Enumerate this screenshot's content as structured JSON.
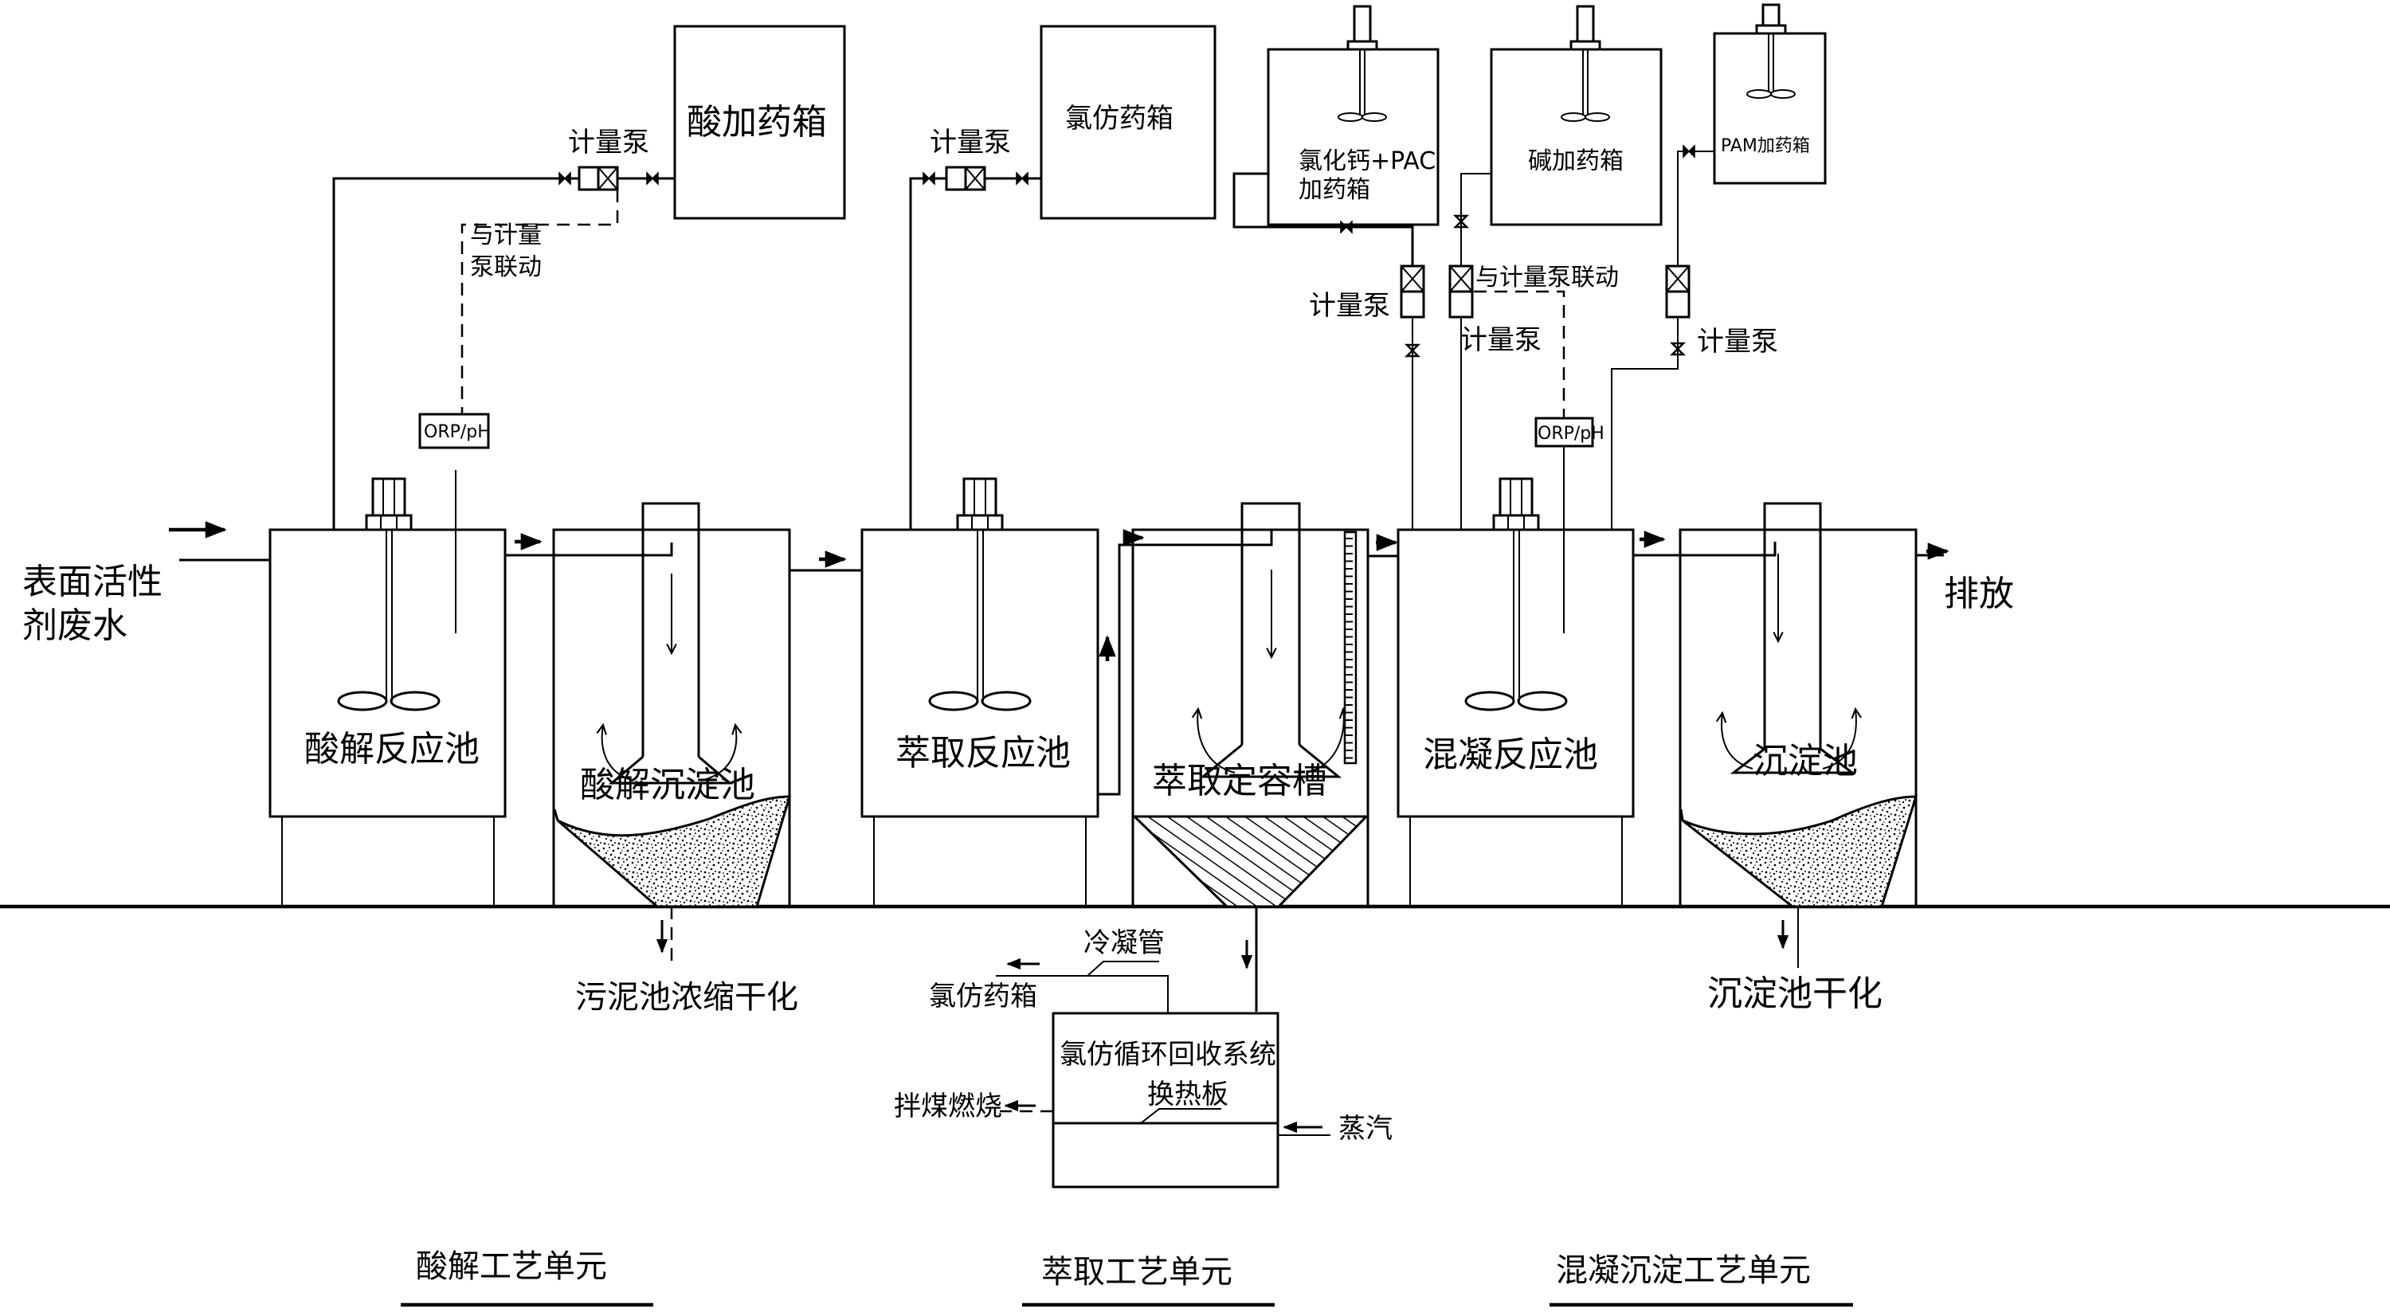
{
  "diagram": {
    "colors": {
      "line": "#000000",
      "background": "#ffffff"
    },
    "inlet": {
      "label_line1": "表面活性",
      "label_line2": "剂废水"
    },
    "outlet": {
      "label": "排放"
    },
    "tanks": [
      {
        "id": "acid-reaction",
        "label": "酸解反应池",
        "type": "reactor-mixer"
      },
      {
        "id": "acid-settling",
        "label": "酸解沉淀池",
        "type": "settler-sludge"
      },
      {
        "id": "extraction-reaction",
        "label": "萃取反应池",
        "type": "reactor-mixer"
      },
      {
        "id": "extraction-volumetric",
        "label": "萃取定容槽",
        "type": "settler-hatched-level-gauge"
      },
      {
        "id": "coagulation-reaction",
        "label": "混凝反应池",
        "type": "reactor-mixer"
      },
      {
        "id": "settling",
        "label": "沉淀池",
        "type": "settler-sludge"
      }
    ],
    "dosing_tanks": [
      {
        "id": "acid-dosing",
        "label": "酸加药箱"
      },
      {
        "id": "chloroform-dosing",
        "label": "氯仿药箱"
      },
      {
        "id": "cacl2-pac-dosing",
        "label_line1": "氯化钙+PAC",
        "label_line2": "加药箱"
      },
      {
        "id": "alkali-dosing",
        "label": "碱加药箱"
      },
      {
        "id": "pam-dosing",
        "label": "PAM加药箱"
      }
    ],
    "pumps": {
      "label": "计量泵",
      "linkage_label_line1": "与计量",
      "linkage_label_line2": "泵联动",
      "linkage_label_inline": "与计量泵联动"
    },
    "sensors": {
      "orp_ph": "ORP/pH"
    },
    "sludge_outputs": {
      "acid": "污泥池浓缩干化",
      "settling": "沉淀池干化"
    },
    "recovery": {
      "system_label": "氯仿循环回收系统",
      "heat_plate_label": "换热板",
      "condenser_label": "冷凝管",
      "chloroform_return_label": "氯仿药箱",
      "residue_label": "拌煤燃烧",
      "steam_label": "蒸汽"
    },
    "units": [
      {
        "label": "酸解工艺单元"
      },
      {
        "label": "萃取工艺单元"
      },
      {
        "label": "混凝沉淀工艺单元"
      }
    ]
  }
}
